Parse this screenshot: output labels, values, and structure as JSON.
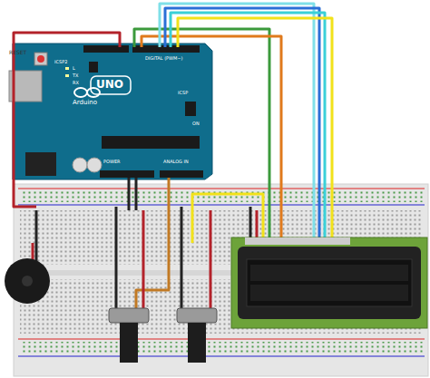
{
  "diagram": {
    "labels": [
      "RESET",
      "ICSP2",
      "UNO",
      "Arduino",
      "DIGITAL (PWM~)",
      "ICSP",
      "POWER",
      "ANALOG IN",
      "ON",
      "L",
      "TX",
      "RX"
    ]
  }
}
